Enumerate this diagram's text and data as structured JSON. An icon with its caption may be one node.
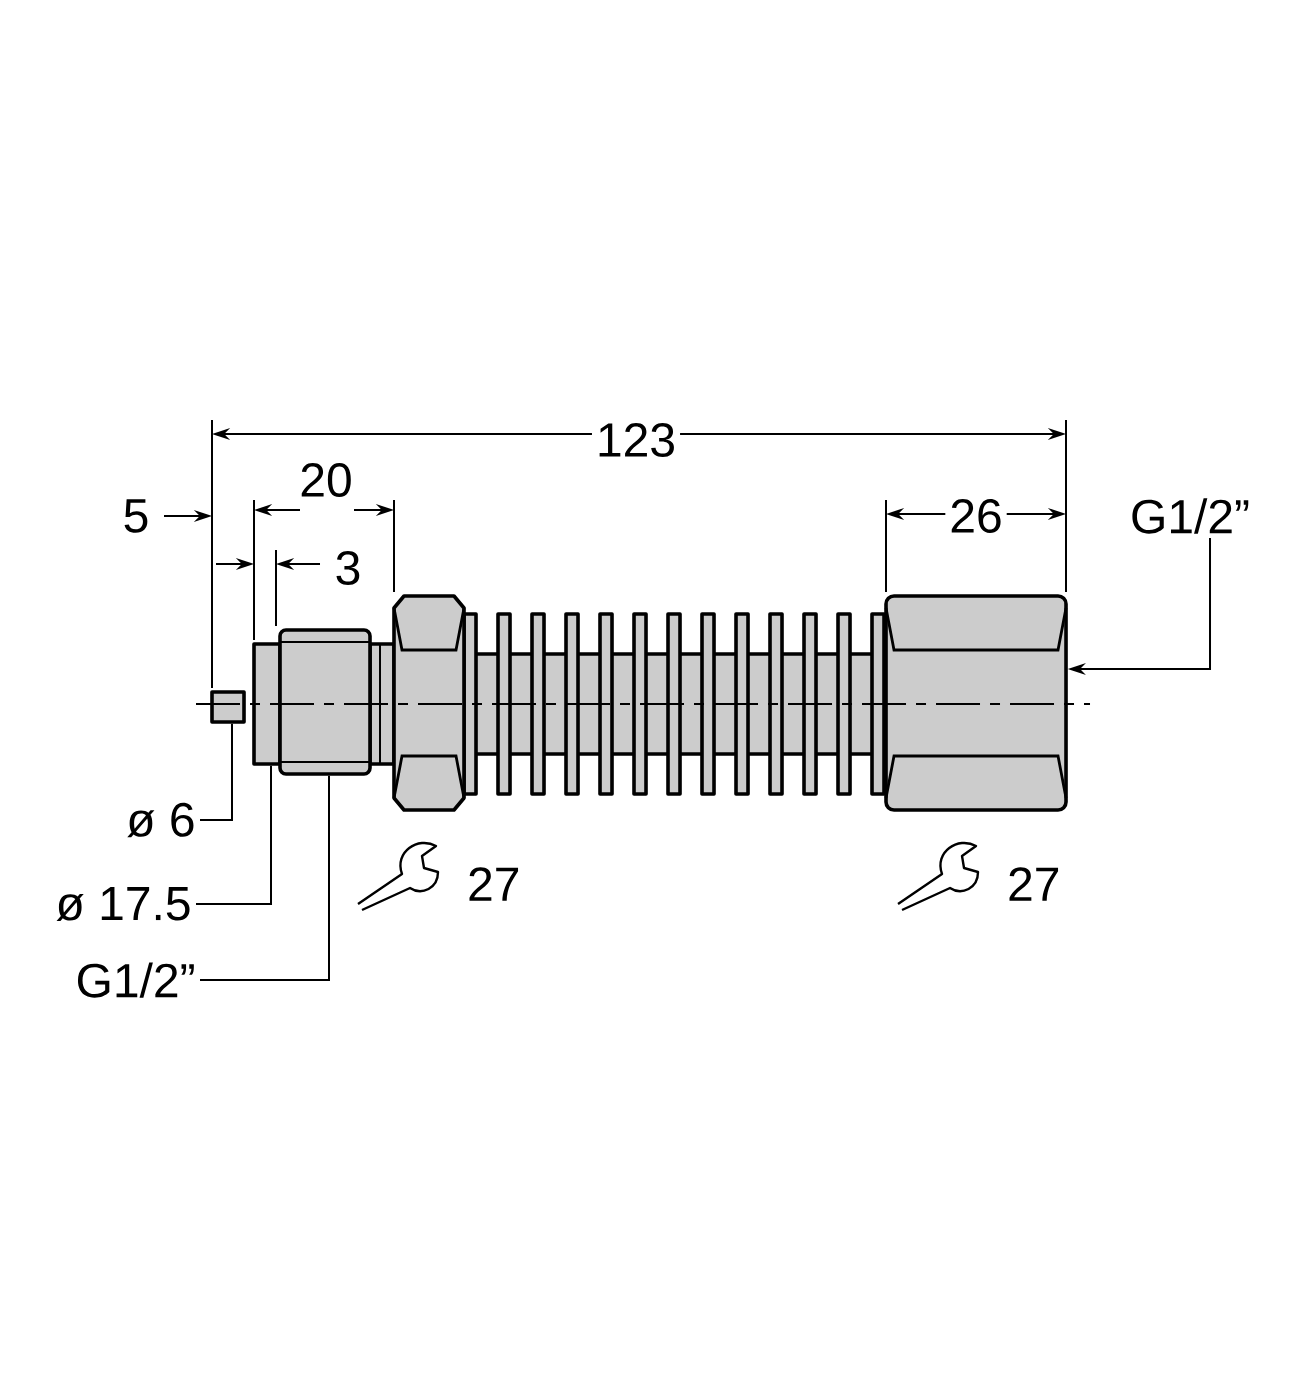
{
  "diagram": {
    "nodes": [
      {
        "text": [
          "ø 6"
        ]
      },
      {
        "text": [
          "ø 17.5"
        ]
      },
      {
        "text": [
          "G1/2”"
        ]
      },
      {
        "text": [
          "G1/2”"
        ]
      },
      {
        "text": [],
        "shape": "box"
      },
      {
        "text": [],
        "shape": "box"
      },
      {
        "text": [],
        "shape": "box"
      },
      {
        "text": [],
        "shape": "box"
      }
    ],
    "edges": [
      {
        "from": 0,
        "to": 4,
        "arrow": "none"
      },
      {
        "from": 1,
        "to": 5,
        "arrow": "none"
      },
      {
        "from": 2,
        "to": 6,
        "arrow": "none"
      },
      {
        "from": 3,
        "to": 7,
        "arrow": "to"
      }
    ],
    "labels": [
      "123",
      "5",
      "20",
      "26",
      "3",
      "27",
      "27"
    ]
  }
}
